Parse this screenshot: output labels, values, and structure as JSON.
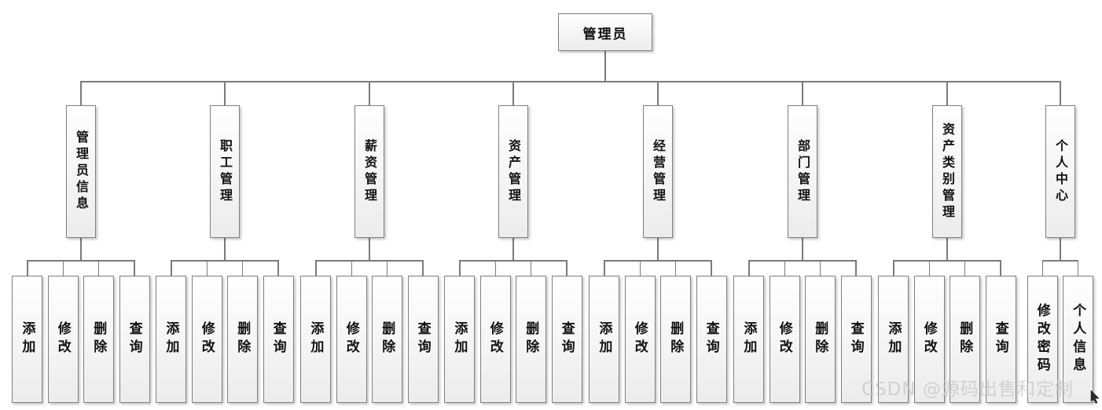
{
  "diagram": {
    "root": {
      "label": "管理员"
    },
    "branches": [
      {
        "label": "管理员信息",
        "leaves": [
          "添加",
          "修改",
          "删除",
          "查询"
        ]
      },
      {
        "label": "职工管理",
        "leaves": [
          "添加",
          "修改",
          "删除",
          "查询"
        ]
      },
      {
        "label": "薪资管理",
        "leaves": [
          "添加",
          "修改",
          "删除",
          "查询"
        ]
      },
      {
        "label": "资产管理",
        "leaves": [
          "添加",
          "修改",
          "删除",
          "查询"
        ]
      },
      {
        "label": "经营管理",
        "leaves": [
          "添加",
          "修改",
          "删除",
          "查询"
        ]
      },
      {
        "label": "部门管理",
        "leaves": [
          "添加",
          "修改",
          "删除",
          "查询"
        ]
      },
      {
        "label": "资产类别管理",
        "leaves": [
          "添加",
          "修改",
          "删除",
          "查询"
        ]
      },
      {
        "label": "个人中心",
        "leaves": [
          "修改密码",
          "个人信息"
        ]
      }
    ]
  },
  "watermark": {
    "text": "CSDN @源码出售和定制",
    "cursor_icon": "mouse-pointer"
  },
  "colors": {
    "box_border": "#7f7f7f",
    "connector": "#7a7a7a",
    "box_fill_top": "#ffffff",
    "box_fill_bottom": "#ececec",
    "text": "#111111",
    "watermark": "#c9c9c9",
    "background": "#ffffff"
  }
}
